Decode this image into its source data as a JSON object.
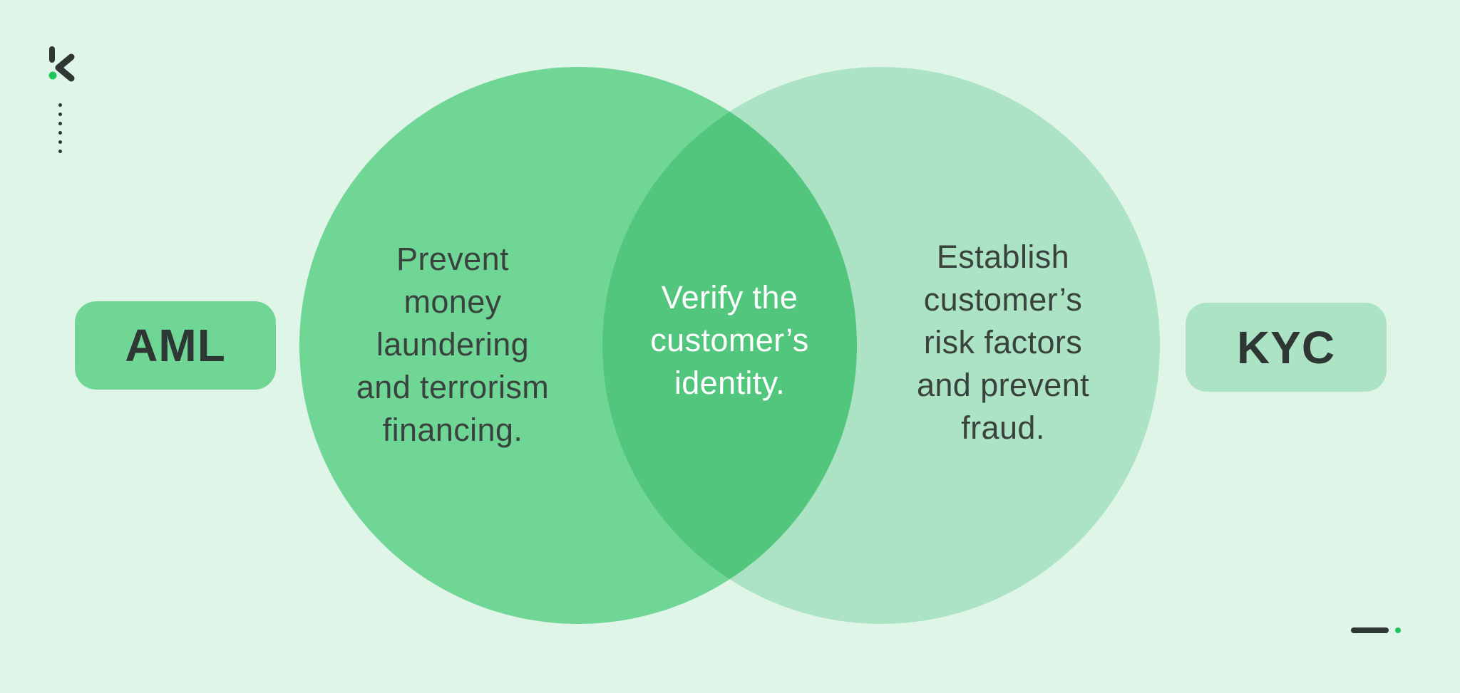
{
  "colors": {
    "background": "#dff5e8",
    "left_circle": "#6fd696",
    "right_circle": "#abe3c4",
    "overlap": "#52c67d",
    "aml_badge": "#6fd696",
    "kyc_badge": "#abe3c4",
    "heading_text": "#2f3734",
    "body_text": "#3a423e",
    "overlap_text": "#ffffff",
    "brand_dark": "#2f3634",
    "brand_green": "#1cc45b"
  },
  "badges": {
    "left": "AML",
    "right": "KYC"
  },
  "venn": {
    "left": {
      "lines": [
        "Prevent",
        "money",
        "laundering",
        "and terrorism",
        "financing."
      ]
    },
    "overlap": {
      "lines": [
        "Verify the",
        "customer’s",
        "identity."
      ]
    },
    "right": {
      "lines": [
        "Establish",
        "customer’s",
        "risk factors",
        "and prevent",
        "fraud."
      ]
    }
  },
  "icons": {
    "logo": "k-logo",
    "dotted_line": "vertical-dotted-line",
    "footer": "dash-and-green-dot"
  }
}
